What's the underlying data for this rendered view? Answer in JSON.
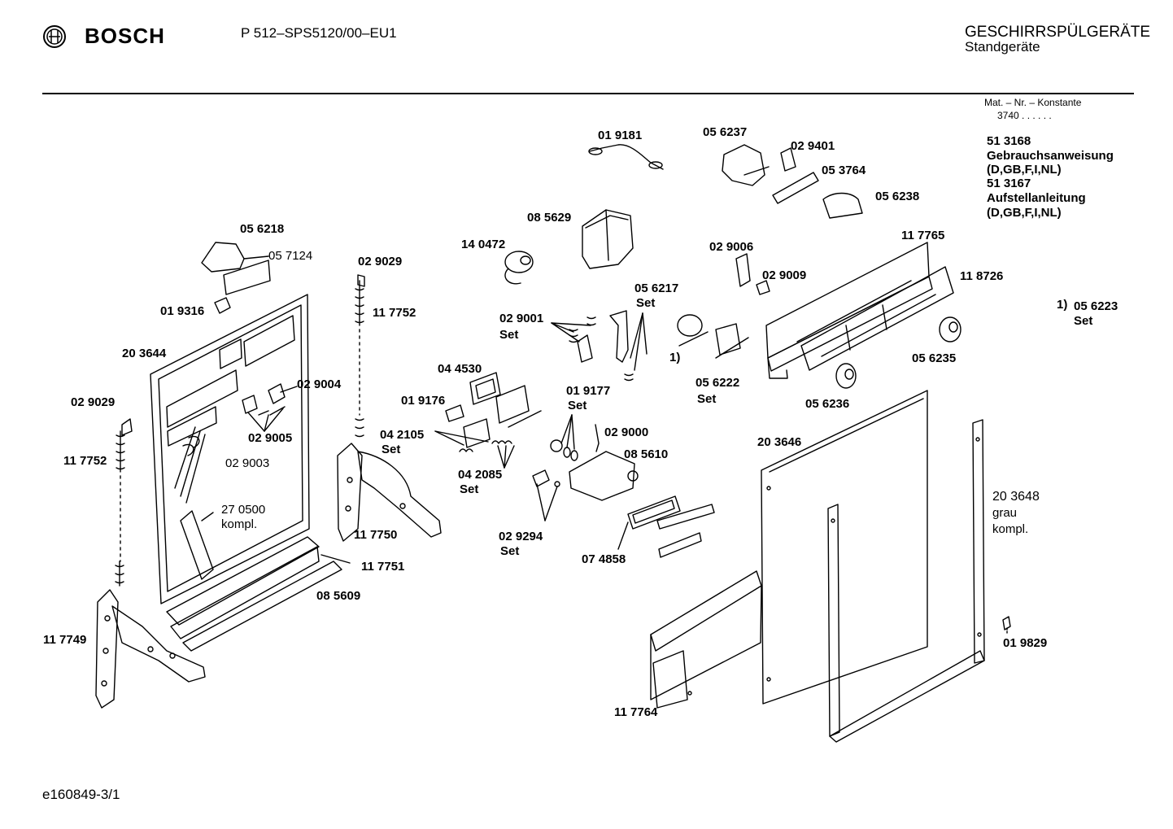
{
  "header": {
    "brand": "BOSCH",
    "model": "P 512–SPS5120/00–EU1",
    "category": "GESCHIRRSPÜLGERÄTE",
    "subcategory": "Standgeräte"
  },
  "info_box": {
    "mat_label": "Mat. – Nr. – Konstante",
    "mat_value": "3740 . . . . . .",
    "doc1_number": "51 3168",
    "doc1_title": "Gebrauchsanweisung",
    "doc1_langs": "(D,GB,F,I,NL)",
    "doc2_number": "51 3167",
    "doc2_title": "Aufstellanleitung",
    "doc2_langs": "(D,GB,F,I,NL)"
  },
  "footnote": {
    "marker": "1)",
    "part": "05 6223",
    "suffix": "Set"
  },
  "parts": {
    "p019181": "01 9181",
    "p056237": "05 6237",
    "p029401": "02 9401",
    "p053764": "05 3764",
    "p056238": "05 6238",
    "p085629": "08 5629",
    "p140472": "14 0472",
    "p056218": "05 6218",
    "p057124": "05 7124",
    "p029029a": "02 9029",
    "p117752a": "11 7752",
    "p019316": "01 9316",
    "p203644": "20 3644",
    "p029004": "02 9004",
    "p029005": "02 9005",
    "p029003": "02 9003",
    "p270500": "27 0500",
    "p270500b": "kompl.",
    "p029029b": "02 9029",
    "p117752b": "11 7752",
    "p117749": "11 7749",
    "p117750": "11 7750",
    "p117751": "11 7751",
    "p085609": "08 5609",
    "p029001": "02 9001",
    "p029001s": "Set",
    "p044530": "04 4530",
    "p019176": "01 9176",
    "p042105": "04 2105",
    "p042105s": "Set",
    "p042085": "04 2085",
    "p042085s": "Set",
    "p019177": "01 9177",
    "p019177s": "Set",
    "p029000": "02 9000",
    "p085610": "08 5610",
    "p029294": "02 9294",
    "p029294s": "Set",
    "p074858": "07 4858",
    "p056217": "05 6217",
    "p056217s": "Set",
    "p029006": "02 9006",
    "p029009": "02 9009",
    "p056222": "05 6222",
    "p056222s": "Set",
    "p056222m": "1)",
    "p117765": "11 7765",
    "p118726": "11 8726",
    "p056235": "05 6235",
    "p056236": "05 6236",
    "p203646": "20 3646",
    "p203648": "20 3648",
    "p203648b": "grau",
    "p203648c": "kompl.",
    "p019829": "01 9829",
    "p117764": "11 7764"
  },
  "footer": {
    "doc_id": "e160849-3/1"
  },
  "colors": {
    "ink": "#000000",
    "paper": "#ffffff"
  }
}
